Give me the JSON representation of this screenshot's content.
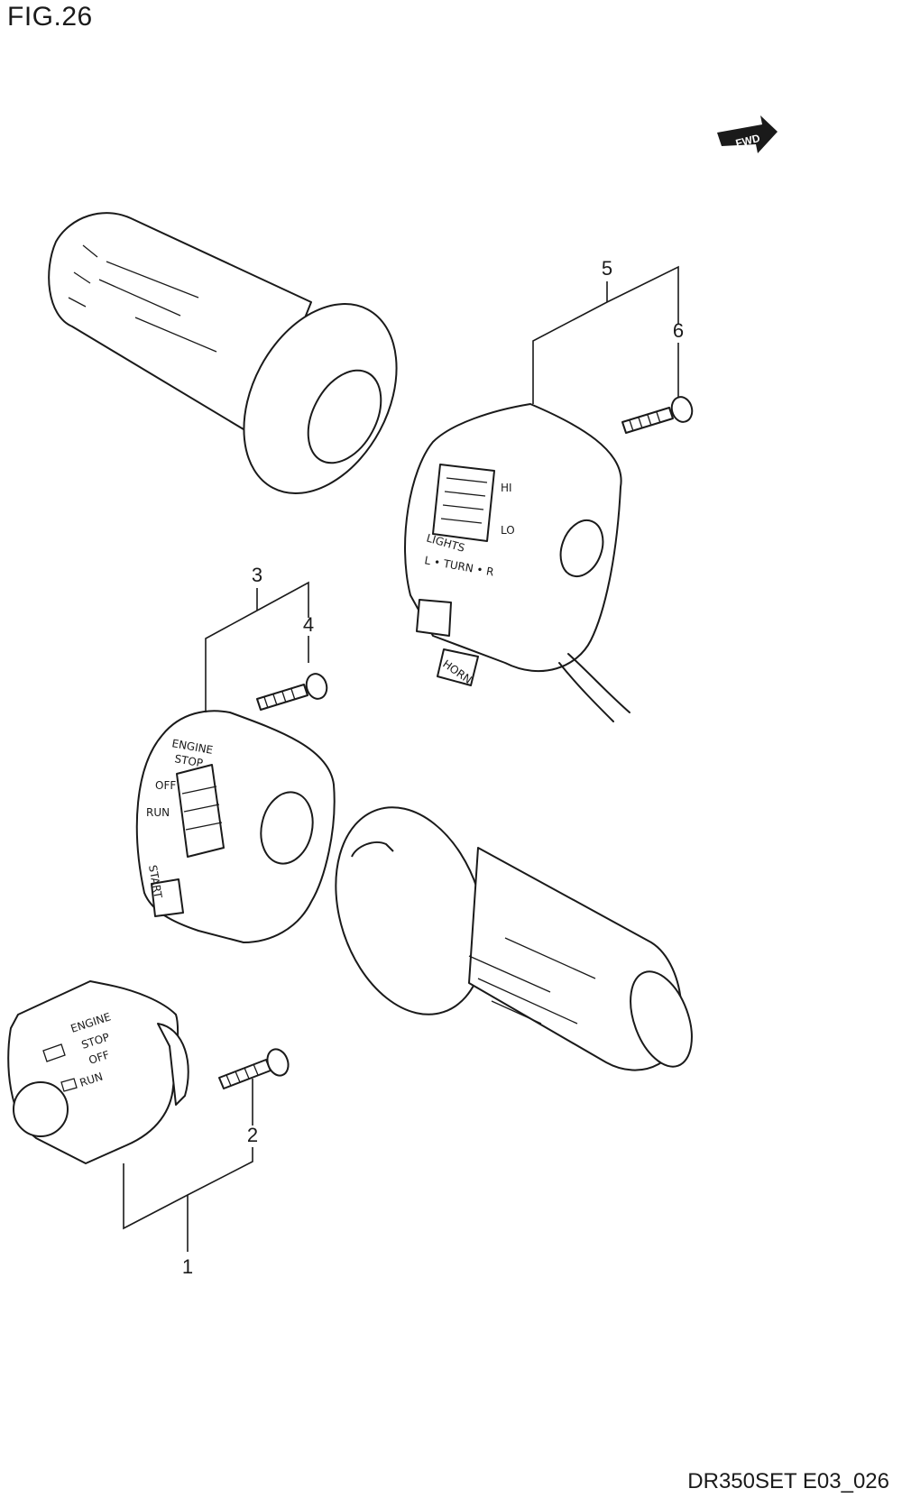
{
  "figure": {
    "title": "FIG.26",
    "code": "DR350SET E03_026",
    "fwd_label": "FWD"
  },
  "callouts": [
    "1",
    "2",
    "3",
    "4",
    "5",
    "6"
  ],
  "switch_labels": {
    "right_upper": {
      "engine": "ENGINE",
      "stop": "STOP",
      "off": "OFF",
      "run": "RUN",
      "start": "START"
    },
    "right_lower": {
      "engine": "ENGINE",
      "stop": "STOP",
      "off": "OFF",
      "run": "RUN"
    },
    "left": {
      "hi": "HI",
      "lo": "LO",
      "lights": "LIGHTS",
      "turn": "L • TURN • R",
      "horn": "HORN"
    }
  }
}
